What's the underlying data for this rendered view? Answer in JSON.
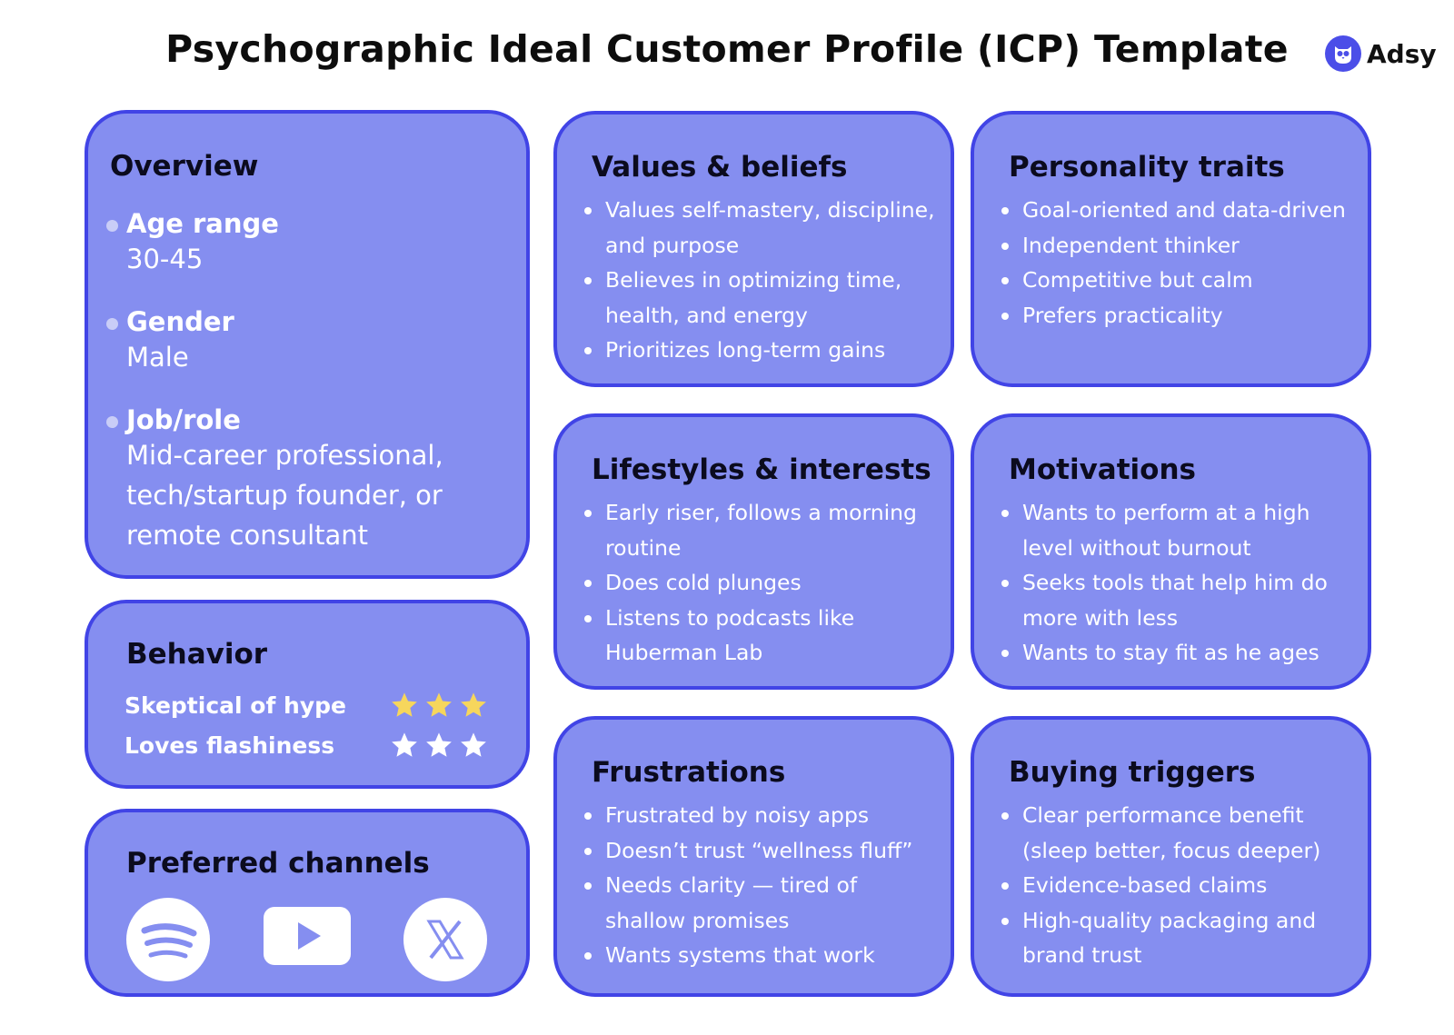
{
  "title": "Psychographic Ideal Customer Profile (ICP) Template",
  "brand": {
    "name": "Adsy",
    "logo_icon": "owl-logo-icon"
  },
  "colors": {
    "card_fill": "#858ef0",
    "card_border": "#4144e6",
    "star_filled": "#f6d65c",
    "star_empty": "#ffffff"
  },
  "overview": {
    "title": "Overview",
    "items": [
      {
        "label": "Age range",
        "value": "30-45"
      },
      {
        "label": "Gender",
        "value": "Male"
      },
      {
        "label": "Job/role",
        "value": "Mid-career professional, tech/startup founder, or remote consultant"
      }
    ]
  },
  "behavior": {
    "title": "Behavior",
    "rows": [
      {
        "label": "Skeptical of hype",
        "rating": 3,
        "max": 3
      },
      {
        "label": "Loves flashiness",
        "rating": 0,
        "max": 3
      }
    ]
  },
  "channels": {
    "title": "Preferred channels",
    "items": [
      {
        "name": "spotify",
        "icon": "spotify-icon"
      },
      {
        "name": "youtube",
        "icon": "youtube-icon"
      },
      {
        "name": "x",
        "icon": "x-icon"
      }
    ]
  },
  "values": {
    "title": "Values & beliefs",
    "items": [
      "Values self-mastery, discipline, and purpose",
      "Believes in optimizing time, health, and energy",
      "Prioritizes long-term gains"
    ]
  },
  "personality": {
    "title": "Personality traits",
    "items": [
      "Goal-oriented and data-driven",
      "Independent thinker",
      "Competitive but calm",
      "Prefers practicality"
    ]
  },
  "lifestyles": {
    "title": "Lifestyles & interests",
    "items": [
      "Early riser, follows a morning routine",
      "Does cold plunges",
      "Listens to podcasts like Huberman Lab"
    ]
  },
  "motivations": {
    "title": "Motivations",
    "items": [
      "Wants to perform at a high level without burnout",
      "Seeks tools that help him do more with less",
      "Wants to stay fit as he ages"
    ]
  },
  "frustrations": {
    "title": "Frustrations",
    "items": [
      "Frustrated by noisy apps",
      "Doesn’t trust “wellness fluff”",
      "Needs clarity — tired of shallow promises",
      "Wants systems that work"
    ]
  },
  "triggers": {
    "title": "Buying triggers",
    "items": [
      "Clear performance benefit (sleep better, focus deeper)",
      "Evidence-based claims",
      "High-quality packaging and brand trust"
    ]
  }
}
